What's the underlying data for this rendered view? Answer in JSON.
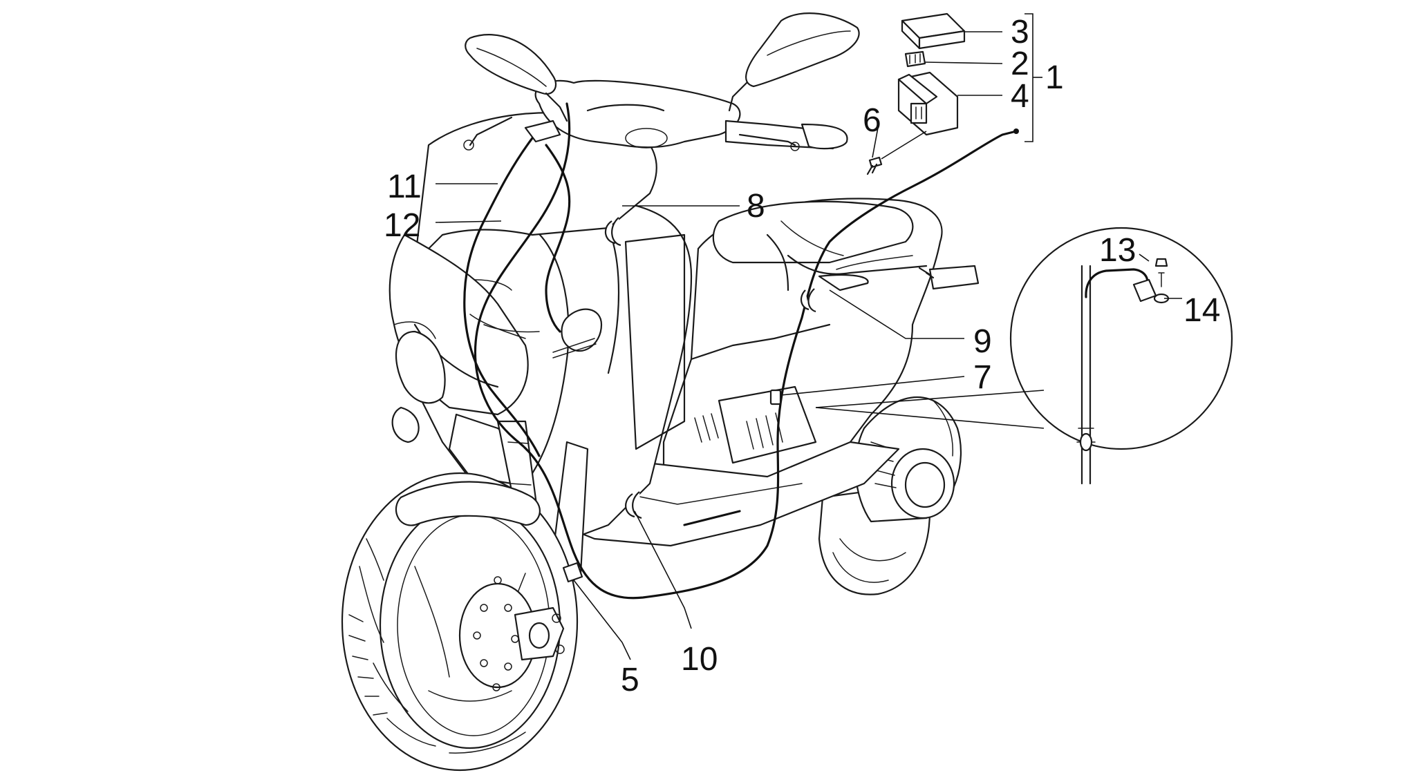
{
  "diagram": {
    "subject": "scooter-cable-routing",
    "callouts": [
      {
        "id": "c1",
        "text": "1"
      },
      {
        "id": "c2",
        "text": "2"
      },
      {
        "id": "c3",
        "text": "3"
      },
      {
        "id": "c4",
        "text": "4"
      },
      {
        "id": "c5",
        "text": "5"
      },
      {
        "id": "c6",
        "text": "6"
      },
      {
        "id": "c7",
        "text": "7"
      },
      {
        "id": "c8",
        "text": "8"
      },
      {
        "id": "c9",
        "text": "9"
      },
      {
        "id": "c10",
        "text": "10"
      },
      {
        "id": "c11",
        "text": "11"
      },
      {
        "id": "c12",
        "text": "12"
      },
      {
        "id": "c13",
        "text": "13"
      },
      {
        "id": "c14",
        "text": "14"
      }
    ],
    "colors": {
      "line": "#1a1a1a",
      "background": "#ffffff"
    }
  }
}
